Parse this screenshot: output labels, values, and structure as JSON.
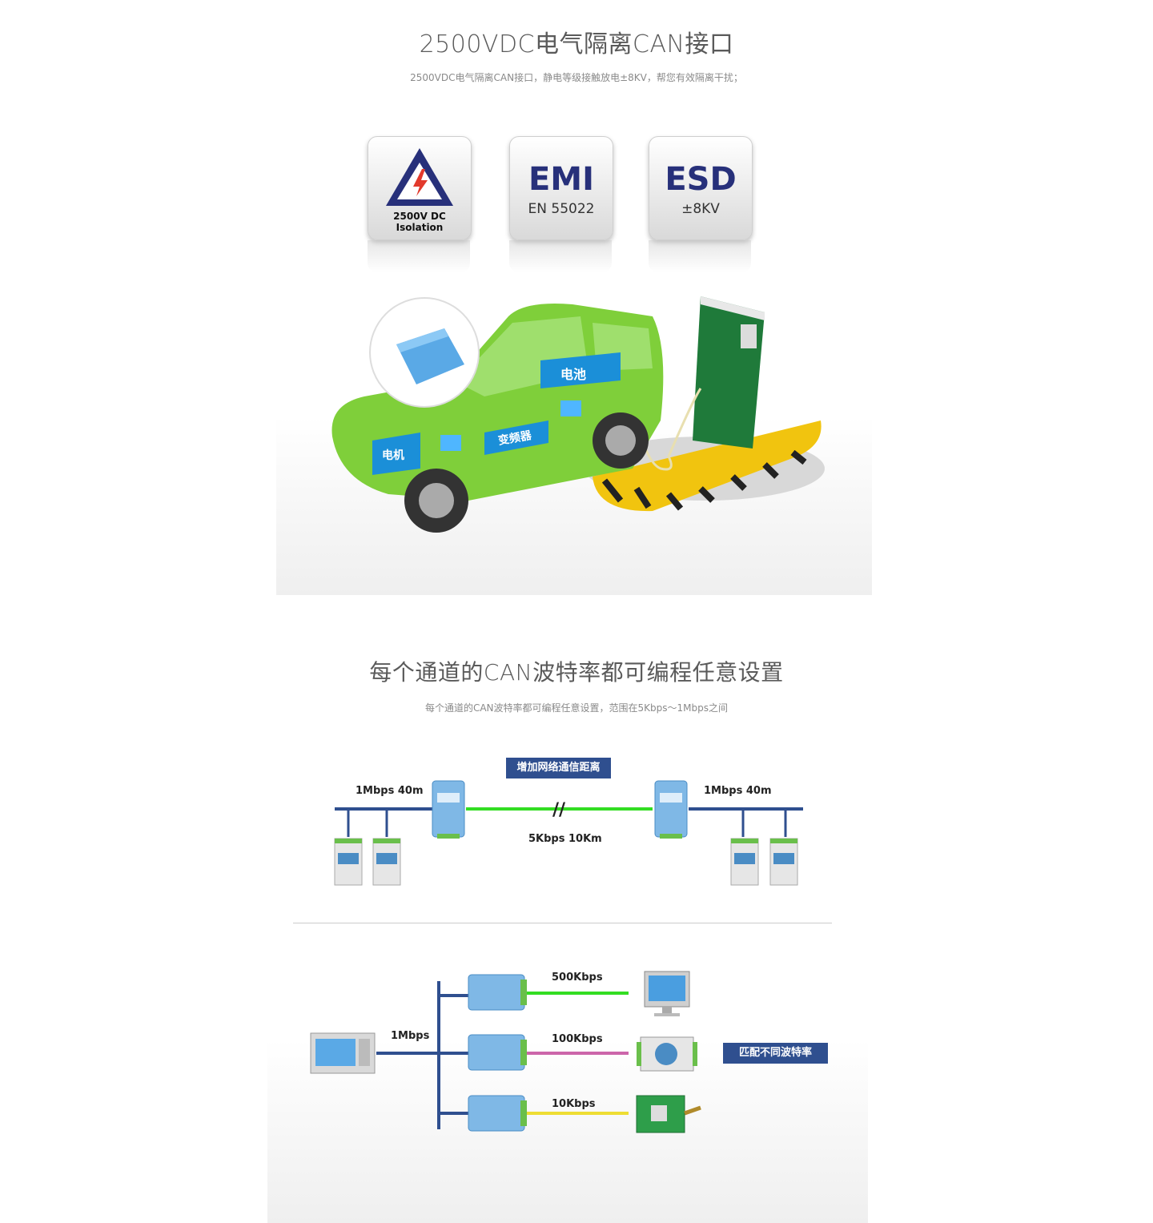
{
  "section1": {
    "title": "2500VDC电气隔离CAN接口",
    "subtitle": "2500VDC电气隔离CAN接口，静电等级接触放电±8KV，帮您有效隔离干扰；",
    "badges": [
      {
        "main": "2500V DC Isolation",
        "sub": ""
      },
      {
        "main": "EMI",
        "sub": "EN 55022"
      },
      {
        "main": "ESD",
        "sub": "±8KV"
      }
    ],
    "car_labels": {
      "battery": "电池",
      "inverter": "变频器",
      "motor": "电机"
    }
  },
  "section2": {
    "title": "每个通道的CAN波特率都可编程任意设置",
    "subtitle": "每个通道的CAN波特率都可编程任意设置，范围在5Kbps～1Mbps之间",
    "diagram1": {
      "tag": "增加网络通信距离",
      "left_rate": "1Mbps  40m",
      "right_rate": "1Mbps  40m",
      "link_rate": "5Kbps  10Km",
      "break_mark": "//"
    },
    "diagram2": {
      "trunk_rate": "1Mbps",
      "branch_rates": [
        "500Kbps",
        "100Kbps",
        "10Kbps"
      ],
      "tag": "匹配不同波特率"
    }
  },
  "colors": {
    "blue_line": "#2f4f8f",
    "green_line": "#33dd22",
    "pink_line": "#cc66aa",
    "yellow_line": "#eedd33",
    "car_green": "#7fcf3a"
  }
}
